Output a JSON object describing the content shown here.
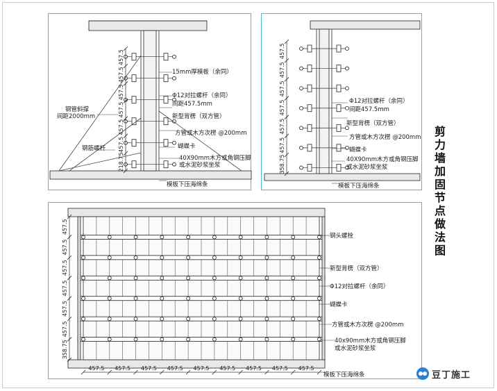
{
  "side_title": "剪力墙加固节点做法图",
  "watermark": {
    "text": "豆丁施工"
  },
  "panel_a": {
    "dims": [
      "457.5",
      "457.5",
      "457.5",
      "457.5",
      "457.5",
      "457.5",
      "218.75"
    ],
    "labels": {
      "plywood": "15mm厚模板（余同）",
      "bolt": "Φ12对拉螺杆（余同）",
      "spacing": "间距457.5mm",
      "double_tube": "新型背楞（双方管）",
      "secondary": "方管或木方次楞 @200mm",
      "clip": "蝴蝶卡",
      "sill": "40X90mm木方或角钢压脚",
      "mortar": "或水泥砂浆坐浆",
      "bottom": "模板下压海绵条",
      "brace": "钢管斜撑",
      "brace_spacing": "间距2000mm",
      "anchor": "钢筋螺杆"
    }
  },
  "panel_b": {
    "dims": [
      "457.5",
      "457.5",
      "457.5",
      "457.5",
      "457.5",
      "457.5",
      "358.75"
    ],
    "labels": {
      "bolt": "Φ12对拉螺杆（余同）",
      "spacing": "间距457.5mm",
      "double_tube": "新型背楞（双方管）",
      "secondary": "方管或木方次楞 @200mm",
      "clip": "蝴蝶卡",
      "sill": "40X90mm木方或角钢压脚",
      "mortar": "或水泥砂浆坐浆",
      "bottom": "模板下压海绵条"
    }
  },
  "panel_c": {
    "left_dims": [
      "457.5",
      "457.5",
      "457.5",
      "457.5",
      "457.5",
      "457.5",
      "358.75"
    ],
    "bottom_dims": [
      "457.5",
      "457.5",
      "457.5",
      "457.5",
      "457.5",
      "457.5",
      "457.5",
      "457.5",
      "457.5"
    ],
    "labels": {
      "bolt_head": "钢头螺栓",
      "double_tube": "新型背楞（双方管）",
      "bolt": "Φ12对拉螺杆（余同）",
      "clip": "蝴蝶卡",
      "secondary": "方管或木方次楞 @200mm",
      "sill": "40x90mm木方或角钢压脚",
      "mortar": "或水泥砂浆坐浆",
      "bottom": "模板下压海绵条"
    }
  }
}
